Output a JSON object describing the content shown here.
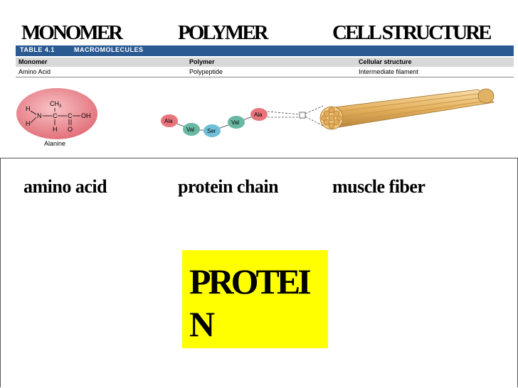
{
  "headers": {
    "monomer": "MONOMER",
    "polymer": "POLYMER",
    "cell_structure": "CELL STRUCTURE"
  },
  "table": {
    "number": "TABLE 4.1",
    "title": "MACROMOLECULES",
    "col_headers": [
      "Monomer",
      "Polymer",
      "Cellular structure"
    ],
    "row": [
      "Amino Acid",
      "Polypeptide",
      "Intermediate filament"
    ],
    "molecule": {
      "h_top": "H",
      "n": "N",
      "c1": "C",
      "c2": "C",
      "oh": "OH",
      "ch3": "CH",
      "ch3_sub": "3",
      "h_bottom_left": "H",
      "h_bottom": "H",
      "o": "O",
      "name": "Alanine"
    },
    "beads": [
      "Ala",
      "Val",
      "Ser",
      "Val",
      "Ala"
    ]
  },
  "labels": {
    "monomer": "amino acid",
    "polymer": "protein chain",
    "structure": "muscle fiber"
  },
  "highlight": "PROTEIN",
  "colors": {
    "table_bar": "#2b5a93",
    "highlight_bg": "#ffff00"
  }
}
